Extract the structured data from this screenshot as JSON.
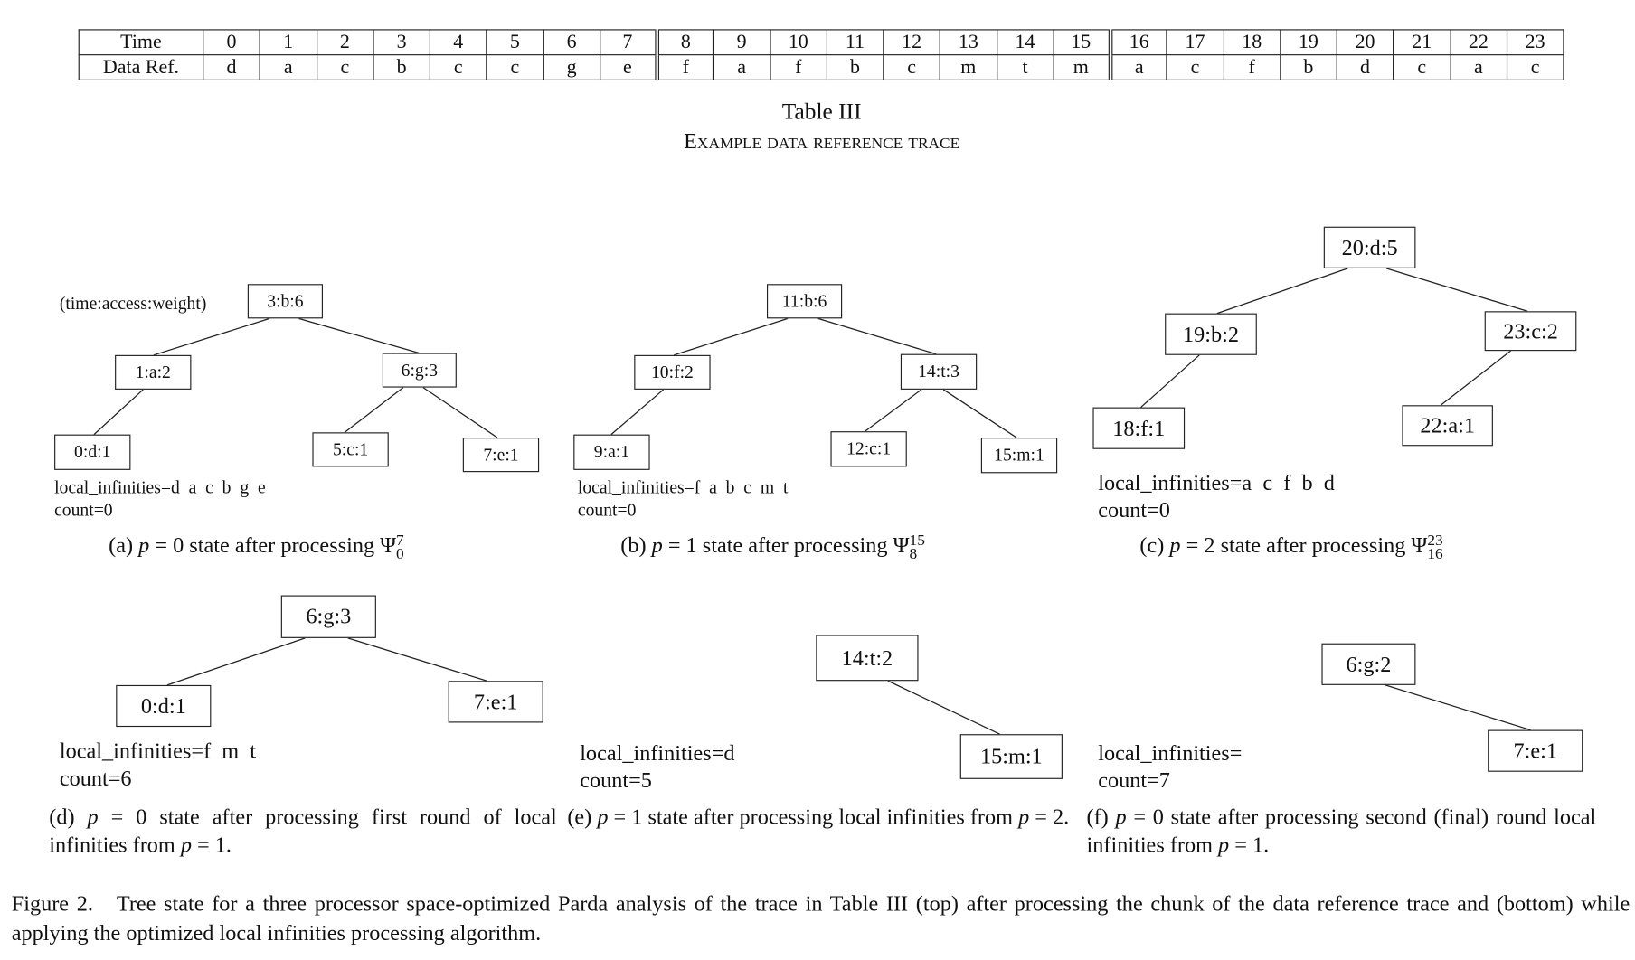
{
  "table": {
    "row_headers": [
      "Time",
      "Data Ref."
    ],
    "times": [
      "0",
      "1",
      "2",
      "3",
      "4",
      "5",
      "6",
      "7",
      "8",
      "9",
      "10",
      "11",
      "12",
      "13",
      "14",
      "15",
      "16",
      "17",
      "18",
      "19",
      "20",
      "21",
      "22",
      "23"
    ],
    "refs": [
      "d",
      "a",
      "c",
      "b",
      "c",
      "c",
      "g",
      "e",
      "f",
      "a",
      "f",
      "b",
      "c",
      "m",
      "t",
      "m",
      "a",
      "c",
      "f",
      "b",
      "d",
      "c",
      "a",
      "c"
    ],
    "caption_title": "Table III",
    "caption_sub": "Example data reference trace"
  },
  "legend": "(time:access:weight)",
  "trees": [
    {
      "nodes": [
        "3:b:6",
        "1:a:2",
        "6:g:3",
        "0:d:1",
        "5:c:1",
        "7:e:1"
      ],
      "infinities": "local_infinities=d  a  c  b  g  e",
      "count": "count=0",
      "caption": {
        "label": "(a)",
        "var": "p",
        "eq": "= 0 state after processing",
        "sym": "Ψ",
        "sup": "7",
        "sub": "0"
      }
    },
    {
      "nodes": [
        "11:b:6",
        "10:f:2",
        "14:t:3",
        "9:a:1",
        "12:c:1",
        "15:m:1"
      ],
      "infinities": "local_infinities=f  a  b  c  m  t",
      "count": "count=0",
      "caption": {
        "label": "(b)",
        "var": "p",
        "eq": "= 1 state after processing",
        "sym": "Ψ",
        "sup": "15",
        "sub": "8"
      }
    },
    {
      "nodes": [
        "20:d:5",
        "19:b:2",
        "23:c:2",
        "18:f:1",
        "22:a:1"
      ],
      "infinities": "local_infinities=a  c  f  b  d",
      "count": "count=0",
      "caption": {
        "label": "(c)",
        "var": "p",
        "eq": "= 2 state after processing",
        "sym": "Ψ",
        "sup": "23",
        "sub": "16"
      }
    },
    {
      "nodes": [
        "6:g:3",
        "0:d:1",
        "7:e:1"
      ],
      "infinities": "local_infinities=f  m  t",
      "count": "count=6",
      "caption": {
        "label": "(d)",
        "var": "p",
        "eq": "= 0 state after processing first round of local infinities from",
        "var2": "p",
        "end": "= 1."
      }
    },
    {
      "nodes": [
        "14:t:2",
        "15:m:1"
      ],
      "infinities": "local_infinities=d",
      "count": "count=5",
      "caption": {
        "label": "(e)",
        "var": "p",
        "eq": "= 1 state after processing local infinities from",
        "var2": "p",
        "end": "= 2."
      }
    },
    {
      "nodes": [
        "6:g:2",
        "7:e:1"
      ],
      "infinities": "local_infinities=",
      "count": "count=7",
      "caption": {
        "label": "(f)",
        "var": "p",
        "eq": "= 0 state after processing second (final) round local infinities from",
        "var2": "p",
        "end": "= 1."
      }
    }
  ],
  "figure_caption": {
    "label": "Figure 2.",
    "text": "Tree state for a three processor space-optimized Parda analysis of the trace in Table III (top) after processing the chunk of the data reference trace and (bottom) while applying the optimized local infinities processing algorithm."
  }
}
